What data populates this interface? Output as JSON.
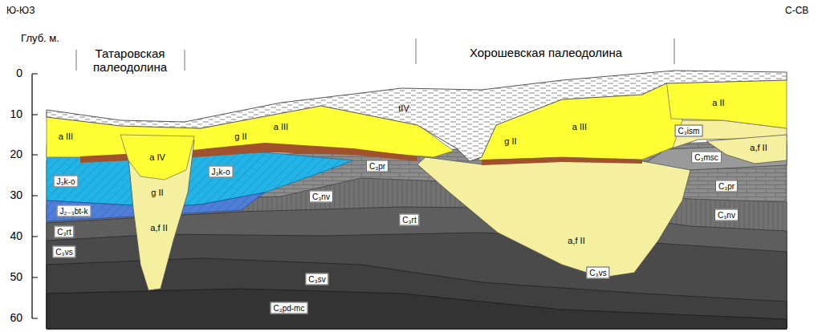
{
  "diagram": {
    "labels": [
      "Ю-ЮЗ",
      "С-СВ",
      "Глуб. м.",
      "0",
      "10",
      "20",
      "30",
      "40",
      "50",
      "60",
      "Татаровская палеодолина",
      "Хорошевская палеодолина",
      "a III",
      "a IV",
      "g II",
      "J₃k-o",
      "J₃k-o",
      "J₂₋₃bt-k",
      "C₃rt",
      "C₃vs",
      "a,f II",
      "g II",
      "a III",
      "C₃pr",
      "C₃nv",
      "C₃rt",
      "C₃sv",
      "C₂pd-mc",
      "tIV",
      "g II",
      "a III",
      "a,f II",
      "C₃vs",
      "a II",
      "C₃ism",
      "C₃msc",
      "a,f II",
      "C₃pr",
      "C₃nv"
    ]
  }
}
